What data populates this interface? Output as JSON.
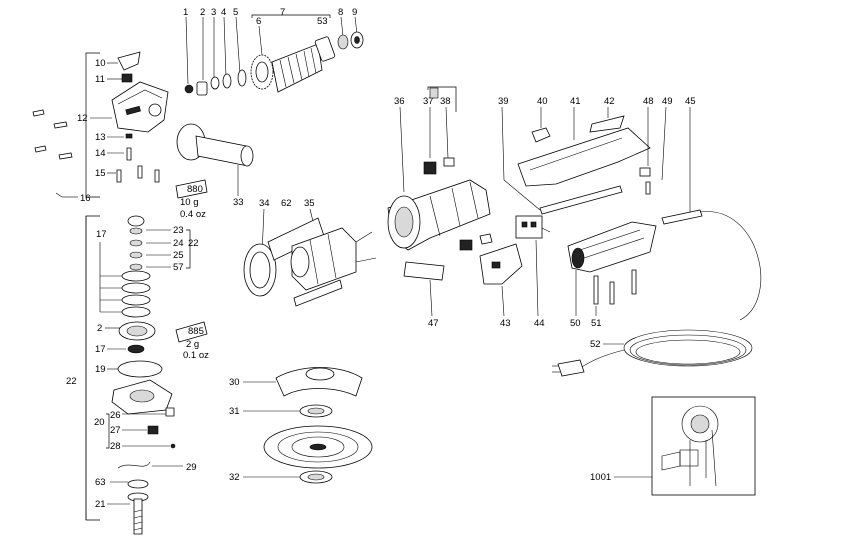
{
  "callouts": [
    {
      "id": "c1",
      "text": "1"
    },
    {
      "id": "c2",
      "text": "2"
    },
    {
      "id": "c3",
      "text": "3"
    },
    {
      "id": "c4",
      "text": "4"
    },
    {
      "id": "c5",
      "text": "5"
    },
    {
      "id": "c6",
      "text": "6"
    },
    {
      "id": "c7",
      "text": "7"
    },
    {
      "id": "c53",
      "text": "53"
    },
    {
      "id": "c8",
      "text": "8"
    },
    {
      "id": "c9",
      "text": "9"
    },
    {
      "id": "c10",
      "text": "10"
    },
    {
      "id": "c11",
      "text": "11"
    },
    {
      "id": "c12",
      "text": "12"
    },
    {
      "id": "c13",
      "text": "13"
    },
    {
      "id": "c14",
      "text": "14"
    },
    {
      "id": "c15",
      "text": "15"
    },
    {
      "id": "c16",
      "text": "16"
    },
    {
      "id": "c33",
      "text": "33"
    },
    {
      "id": "c17a",
      "text": "17"
    },
    {
      "id": "c23",
      "text": "23"
    },
    {
      "id": "c24",
      "text": "24"
    },
    {
      "id": "c22a",
      "text": "22"
    },
    {
      "id": "c25",
      "text": "25"
    },
    {
      "id": "c57",
      "text": "57"
    },
    {
      "id": "c2b",
      "text": "2"
    },
    {
      "id": "c17b",
      "text": "17"
    },
    {
      "id": "c19",
      "text": "19"
    },
    {
      "id": "c22b",
      "text": "22"
    },
    {
      "id": "c26",
      "text": "26"
    },
    {
      "id": "c20",
      "text": "20"
    },
    {
      "id": "c27",
      "text": "27"
    },
    {
      "id": "c28",
      "text": "28"
    },
    {
      "id": "c29",
      "text": "29"
    },
    {
      "id": "c63",
      "text": "63"
    },
    {
      "id": "c21",
      "text": "21"
    },
    {
      "id": "c34",
      "text": "34"
    },
    {
      "id": "c62",
      "text": "62"
    },
    {
      "id": "c35",
      "text": "35"
    },
    {
      "id": "c30",
      "text": "30"
    },
    {
      "id": "c31",
      "text": "31"
    },
    {
      "id": "c32",
      "text": "32"
    },
    {
      "id": "c36",
      "text": "36"
    },
    {
      "id": "c37",
      "text": "37"
    },
    {
      "id": "c38",
      "text": "38"
    },
    {
      "id": "c47",
      "text": "47"
    },
    {
      "id": "c39",
      "text": "39"
    },
    {
      "id": "c40",
      "text": "40"
    },
    {
      "id": "c41",
      "text": "41"
    },
    {
      "id": "c42",
      "text": "42"
    },
    {
      "id": "c48",
      "text": "48"
    },
    {
      "id": "c49",
      "text": "49"
    },
    {
      "id": "c43",
      "text": "43"
    },
    {
      "id": "c44",
      "text": "44"
    },
    {
      "id": "c45",
      "text": "45"
    },
    {
      "id": "c50",
      "text": "50"
    },
    {
      "id": "c51",
      "text": "51"
    },
    {
      "id": "c52",
      "text": "52"
    },
    {
      "id": "c1001",
      "text": "1001"
    }
  ],
  "tube_labels": {
    "tube1": "880",
    "tube2": "885"
  },
  "quantities": {
    "q1_g": "10 g",
    "q1_oz": "0.4 oz",
    "q2_g": "2 g",
    "q2_oz": "0.1 oz"
  }
}
